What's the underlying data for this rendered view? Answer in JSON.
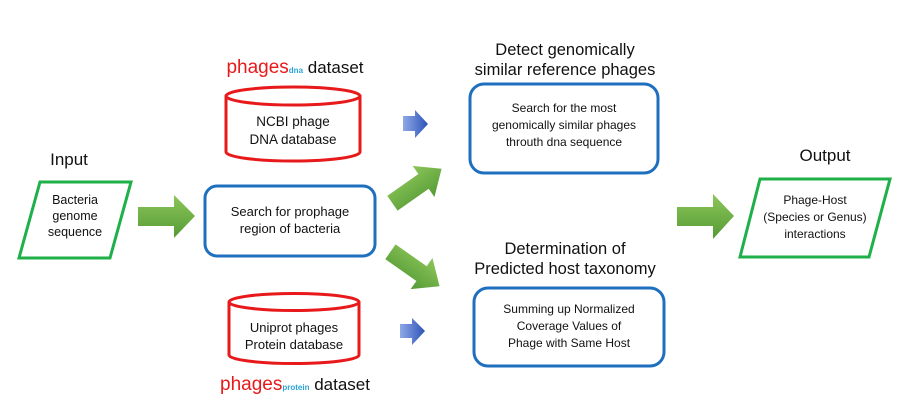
{
  "input": {
    "heading": "Input",
    "box_lines": [
      "Bacteria",
      "genome",
      "sequence"
    ]
  },
  "output": {
    "heading": "Output",
    "box_lines": [
      "Phage-Host",
      "(Species or Genus)",
      "interactions"
    ]
  },
  "prophage_search": {
    "lines": [
      "Search for prophage",
      "region of bacteria"
    ]
  },
  "dna_database": {
    "lines": [
      "NCBI phage",
      "DNA database"
    ],
    "dataset_label": {
      "prefix": "phages",
      "subscript": "dna",
      "suffix": "dataset"
    }
  },
  "protein_database": {
    "lines": [
      "Uniprot phages",
      "Protein database"
    ],
    "dataset_label": {
      "prefix": "phages",
      "subscript": "protein",
      "suffix": "dataset"
    }
  },
  "detect_step": {
    "heading_lines": [
      "Detect genomically",
      "similar reference phages"
    ],
    "box_lines": [
      "Search for the most",
      "genomically similar phages",
      "throuth  dna sequence"
    ]
  },
  "determination_step": {
    "heading_lines": [
      "Determination of",
      "Predicted host taxonomy"
    ],
    "box_lines": [
      "Summing up Normalized",
      "Coverage  Values of",
      "Phage with Same Host"
    ]
  },
  "colors": {
    "green_border": "#1fb04a",
    "blue_border": "#1f6fbf",
    "red_cylinder": "#e8191a",
    "green_arrow": "#6fad46",
    "blue_arrow": "#3c63c4",
    "subscript": "#2aa4d6"
  }
}
